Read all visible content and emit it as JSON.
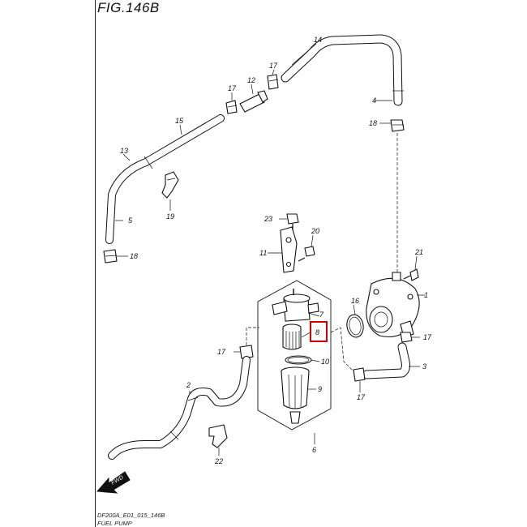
{
  "figure": {
    "title": "FIG.146B",
    "code": "DF200A_E01_015_146B",
    "name": "FUEL PUMP",
    "direction_label": "FWD",
    "highlight_color": "#d40000"
  },
  "callouts": {
    "c1": "1",
    "c2": "2",
    "c3": "3",
    "c4": "4",
    "c5": "5",
    "c6": "6",
    "c7": "7",
    "c8": "8",
    "c9": "9",
    "c10": "10",
    "c11": "11",
    "c12": "12",
    "c13": "13",
    "c14": "14",
    "c15": "15",
    "c16": "16",
    "c17a": "17",
    "c17b": "17",
    "c17c": "17",
    "c17d": "17",
    "c17e": "17",
    "c18a": "18",
    "c18b": "18",
    "c19": "19",
    "c20": "20",
    "c21": "21",
    "c22": "22",
    "c23": "23"
  }
}
